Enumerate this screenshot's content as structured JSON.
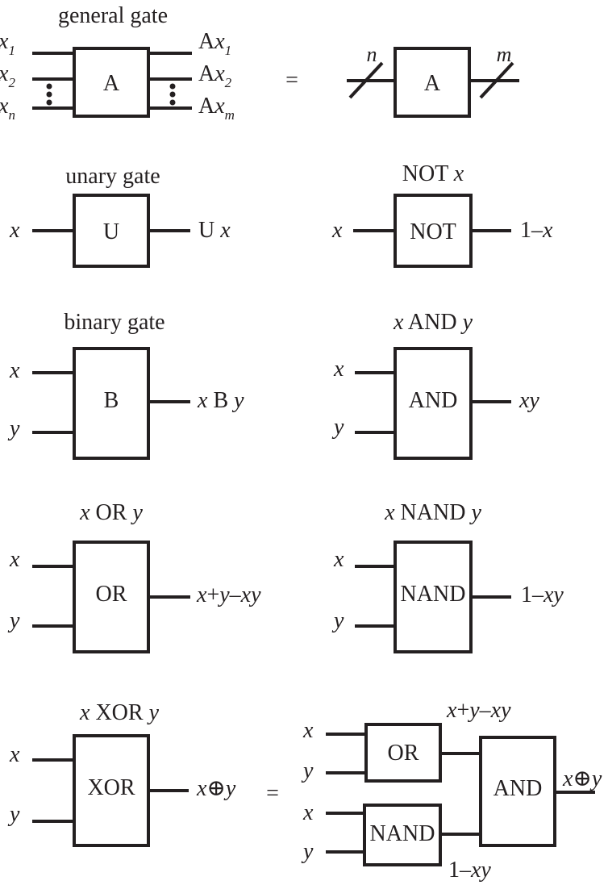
{
  "general": {
    "title": "general gate",
    "x": "x",
    "sub1": "1",
    "sub2": "2",
    "subn": "n",
    "A": "A",
    "subm": "m",
    "equals": "=",
    "bus_n": "n",
    "bus_m": "m"
  },
  "unary": {
    "title": "unary gate",
    "x": "x",
    "box": "U",
    "out_U": "U",
    "out_x": "x"
  },
  "not": {
    "title_main": "NOT",
    "title_x": "x",
    "x": "x",
    "box": "NOT",
    "out_1": "1",
    "out_rest": "–x"
  },
  "binary": {
    "title": "binary gate",
    "x": "x",
    "y": "y",
    "box": "B",
    "out_x": "x",
    "out_B": "B",
    "out_y": "y"
  },
  "and": {
    "title_x": "x",
    "title_main": "AND",
    "title_y": "y",
    "x": "x",
    "y": "y",
    "box": "AND",
    "out": "xy"
  },
  "or": {
    "title_x": "x",
    "title_main": "OR",
    "title_y": "y",
    "x": "x",
    "y": "y",
    "box": "OR",
    "out_x": "x",
    "out_plus": "+",
    "out_rest": "y–xy"
  },
  "nand": {
    "title_x": "x",
    "title_main": "NAND",
    "title_y": "y",
    "x": "x",
    "y": "y",
    "box": "NAND",
    "out_1": "1",
    "out_rest": "–xy"
  },
  "xor": {
    "title_x": "x",
    "title_main": "XOR",
    "title_y": "y",
    "x": "x",
    "y": "y",
    "box": "XOR",
    "out_x": "x",
    "out_op": "⊕",
    "out_y": "y",
    "equals": "="
  },
  "composite": {
    "or_box": "OR",
    "nand_box": "NAND",
    "and_box": "AND",
    "or_out_x": "x",
    "or_out_plus": "+",
    "or_out_rest": "y–xy",
    "nand_out_1": "1",
    "nand_out_rest": "–xy",
    "final_x": "x",
    "final_op": "⊕",
    "final_y": "y",
    "x1": "x",
    "y1": "y",
    "x2": "x",
    "y2": "y"
  }
}
